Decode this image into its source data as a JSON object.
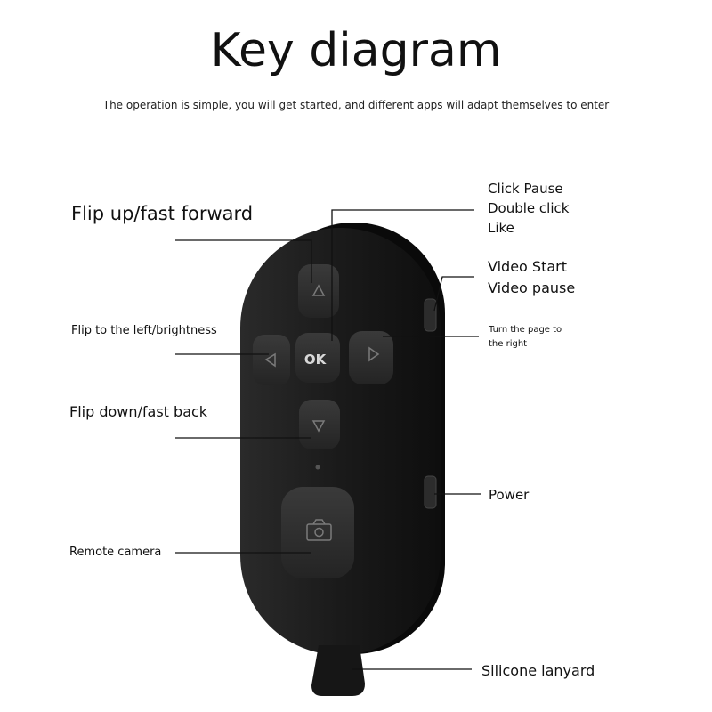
{
  "header": {
    "title": "Key diagram",
    "subtitle": "The operation is simple, you will get started, and different apps will adapt themselves to enter"
  },
  "callouts": {
    "flip_up": "Flip up/fast forward",
    "flip_left": "Flip to the left/brightness",
    "flip_down": "Flip down/fast back",
    "remote_camera": "Remote camera",
    "ok_line1": "Click Pause",
    "ok_line2": "Double click",
    "ok_line3": "Like",
    "video_line1": "Video Start",
    "video_line2": "Video pause",
    "right_line1": "Turn the page to",
    "right_line2": "the right",
    "power": "Power",
    "lanyard": "Silicone lanyard"
  },
  "device": {
    "ok_label": "OK",
    "body_color": "#1b1b1b",
    "button_color": "#2e2e2e",
    "glyph_color": "#7a7a7a",
    "line_color": "#111111"
  }
}
